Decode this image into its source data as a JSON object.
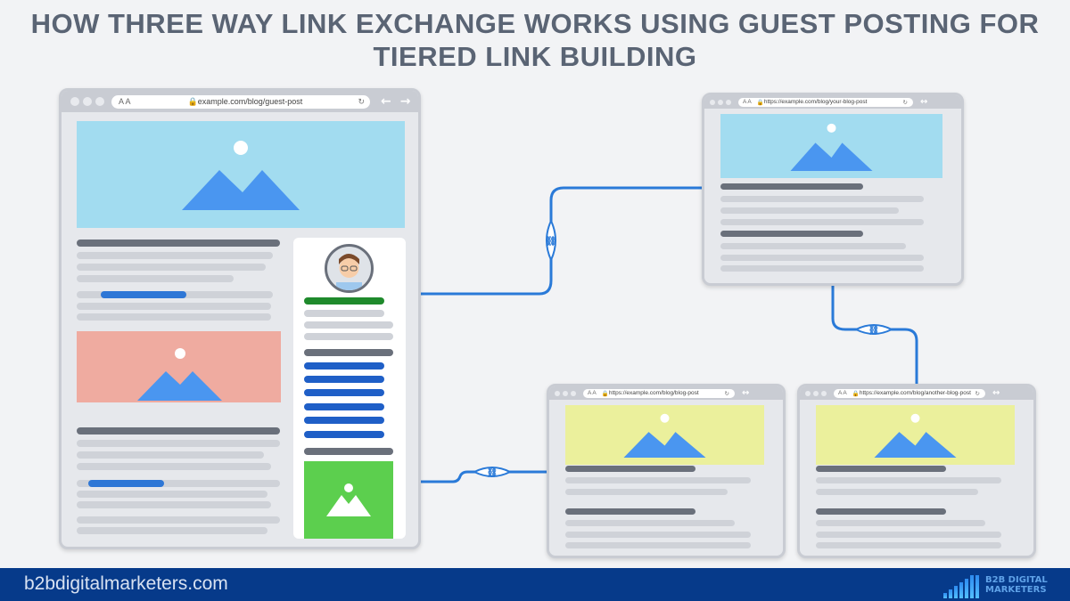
{
  "title": "HOW THREE WAY LINK EXCHANGE WORKS USING GUEST POSTING FOR TIERED LINK BUILDING",
  "browsers": {
    "main": {
      "url": "example.com/blog/guest-post",
      "font_toggle": "A A",
      "hero_color": "#a2dcf0",
      "inset_color": "#efaba0",
      "sidebar_image_color": "#5ccf4e"
    },
    "top_right": {
      "url": "https://example.com/blog/your-blog-post",
      "font_toggle": "A A",
      "hero_color": "#a2dcf0"
    },
    "bottom_mid": {
      "url": "https://example.com/blog/blog-post",
      "font_toggle": "A A",
      "hero_color": "#ebf09c"
    },
    "bottom_right": {
      "url": "https://example.com/blog/another-blog-post",
      "font_toggle": "A A",
      "hero_color": "#ebf09c"
    }
  },
  "connector_color": "#2a7ad8",
  "footer": {
    "site": "b2bdigitalmarketers.com",
    "logo_text": "B2B DIGITAL MARKETERS",
    "color": "#063a8a"
  }
}
